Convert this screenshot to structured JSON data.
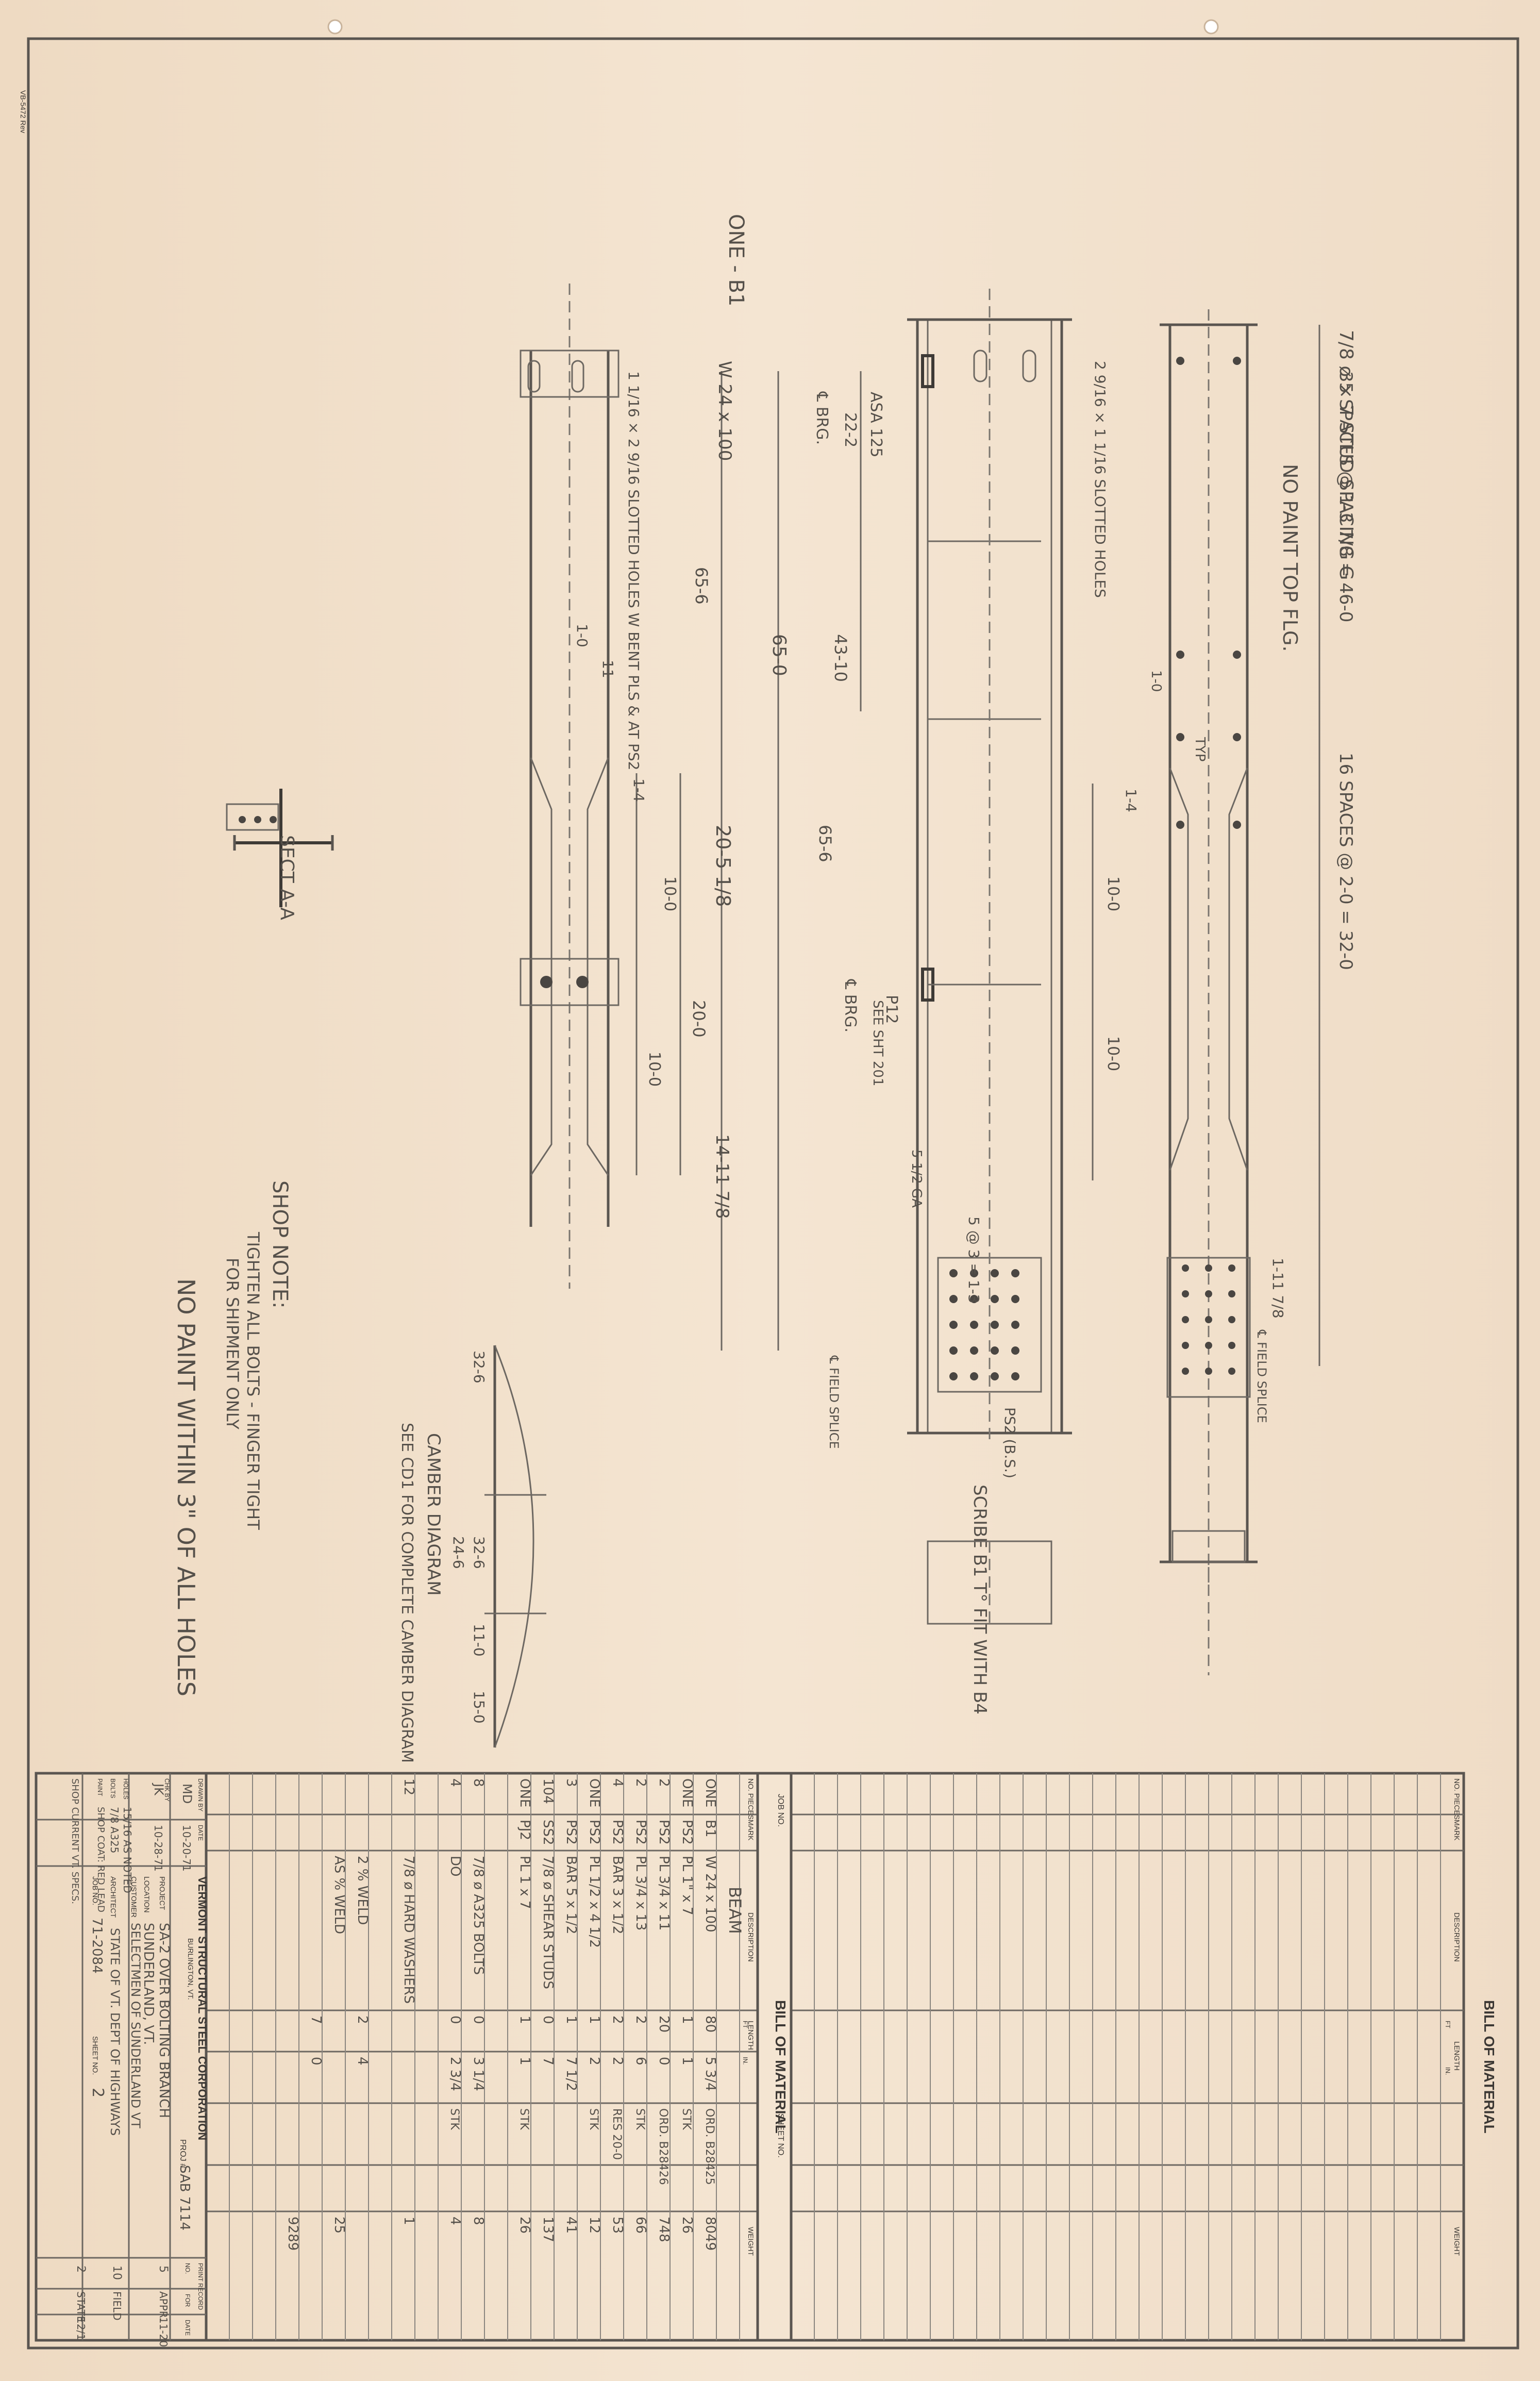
{
  "corner_note": "VB-5472 Rev",
  "main": {
    "stud_spacing": "7/8 ø × 7 STUD SPACING G",
    "stud_spaces_1": "35 SPACES @ 1-3 7/8 = 46-0",
    "stud_spaces_2": "16 SPACES @ 2-0 = 32-0",
    "no_paint_top_flg": "NO PAINT TOP FLG.",
    "member_label": "ONE - B1",
    "member_size": "W 24 x 100",
    "slotted_holes_1": "2 9/16 × 1 1/16 SLOTTED HOLES",
    "slotted_holes_2": "1 1/16 × 2 9/16 SLOTTED HOLES W BENT PLS & AT PS2",
    "dim_65_6": "65-6",
    "dim_65_0": "65-0",
    "dim_43_10": "43-10",
    "dim_22_2": "22-2",
    "dim_20_5": "20-5 1/8",
    "dim_14_11": "14-11 7/8",
    "dim_10_0": "10-0",
    "dim_20_0": "20-0",
    "dim_1_4": "1-4",
    "dim_1_0": "1-0",
    "dim_11": "11",
    "dim_1_11": "1-11 7/8",
    "typ": "TYP",
    "cl_brg": "℄ BRG.",
    "cl_field_splice": "℄ FIELD SPLICE",
    "asa_125": "ASA 125",
    "pc_pl": "P12",
    "see_sht": "SEE SHT 201",
    "bolt_spacing": "5 @ 3 = 1-3",
    "bs_label": "PS2 (B.S.)",
    "ga_52": "5 1/2 GA",
    "scribe_note": "SCRIBE B1 T° FIT WITH B4",
    "sect_aa": "SECT A-A",
    "camber_title": "CAMBER DIAGRAM",
    "camber_note": "SEE CD1 FOR COMPLETE CAMBER DIAGRAM",
    "camber_dims": [
      "32-6",
      "32-6",
      "11-0",
      "15-0",
      "24-6"
    ],
    "shop_note_title": "SHOP NOTE:",
    "shop_note_1": "TIGHTEN ALL BOLTS - FINGER TIGHT",
    "shop_note_2": "FOR SHIPMENT ONLY",
    "no_paint_holes": "NO PAINT WITHIN 3\" OF ALL HOLES"
  },
  "bill_left": {
    "title": "BILL OF MATERIAL",
    "job_no": "JOB NO.",
    "sheet_no": "SHEET NO.",
    "col_no_pieces": "NO. PIECES",
    "col_mark": "MARK",
    "col_description": "DESCRIPTION",
    "col_length": "LENGTH",
    "col_ft": "FT",
    "col_in": "IN.",
    "col_weight": "WEIGHT",
    "heading": "BEAM",
    "rows": [
      {
        "pieces": "ONE",
        "mark": "B1",
        "desc": "W 24 x 100",
        "ft": "80",
        "in": "5 3/4",
        "note": "ORD. B28425",
        "weight": "8049"
      },
      {
        "pieces": "ONE",
        "mark": "PS2",
        "desc": "PL 1\" x 7",
        "ft": "1",
        "in": "1",
        "note": "STK",
        "weight": "26"
      },
      {
        "pieces": "2",
        "mark": "PS2",
        "desc": "PL 3/4 x 11",
        "ft": "20",
        "in": "0",
        "note": "ORD. B28426",
        "weight": "748"
      },
      {
        "pieces": "2",
        "mark": "PS2",
        "desc": "PL 3/4 x 13",
        "ft": "2",
        "in": "6",
        "note": "STK",
        "weight": "66"
      },
      {
        "pieces": "4",
        "mark": "PS2",
        "desc": "BAR 3 x 1/2",
        "ft": "2",
        "in": "2",
        "note": "RES 20-0",
        "weight": "53"
      },
      {
        "pieces": "ONE",
        "mark": "PS2",
        "desc": "PL 1/2 x 4 1/2",
        "ft": "1",
        "in": "2",
        "note": "STK",
        "weight": "12"
      },
      {
        "pieces": "3",
        "mark": "PS2",
        "desc": "BAR 5 x 1/2",
        "ft": "1",
        "in": "7 1/2",
        "note": "",
        "weight": "41"
      },
      {
        "pieces": "104",
        "mark": "SS2",
        "desc": "7/8 ø SHEAR STUDS",
        "ft": "0",
        "in": "7",
        "note": "",
        "weight": "137"
      },
      {
        "pieces": "ONE",
        "mark": "PJ2",
        "desc": "PL 1 x 7",
        "ft": "1",
        "in": "1",
        "note": "STK",
        "weight": "26"
      },
      {
        "pieces": "8",
        "mark": "",
        "desc": "7/8 ø A325 BOLTS",
        "ft": "0",
        "in": "3 1/4",
        "note": "",
        "weight": "8"
      },
      {
        "pieces": "4",
        "mark": "",
        "desc": "DO",
        "ft": "0",
        "in": "2 3/4",
        "note": "STK",
        "weight": "4"
      },
      {
        "pieces": "12",
        "mark": "",
        "desc": "7/8 ø HARD WASHERS",
        "ft": "",
        "in": "",
        "note": "",
        "weight": "1"
      },
      {
        "pieces": "",
        "mark": "",
        "desc": "2 % WELD",
        "ft": "2",
        "in": "4",
        "note": "",
        "weight": ""
      },
      {
        "pieces": "",
        "mark": "",
        "desc": "AS % WELD",
        "ft": "",
        "in": "",
        "note": "",
        "weight": "25"
      },
      {
        "pieces": "",
        "mark": "",
        "desc": "",
        "ft": "7",
        "in": "0",
        "note": "",
        "weight": ""
      },
      {
        "pieces": "",
        "mark": "",
        "desc": "",
        "ft": "",
        "in": "",
        "note": "",
        "weight": "9289"
      }
    ]
  },
  "bill_right": {
    "title": "BILL OF MATERIAL",
    "col_no_pieces": "NO. PIECES",
    "col_mark": "MARK",
    "col_description": "DESCRIPTION",
    "col_length": "LENGTH",
    "col_ft": "FT",
    "col_in": "IN.",
    "col_weight": "WEIGHT"
  },
  "title_block": {
    "company": "VERMONT STRUCTURAL STEEL CORPORATION",
    "city": "BURLINGTON, VT.",
    "proj_label": "PROJ #",
    "proj_no": "SAB 7114",
    "project_label": "PROJECT",
    "project": "SA-2 OVER BOLTING BRANCH",
    "location_label": "LOCATION",
    "location": "SUNDERLAND, VT.",
    "customer_label": "CUSTOMER",
    "customer": "SELECTMEN OF SUNDERLAND VT",
    "architect_label": "ARCHITECT",
    "architect": "STATE OF VT. DEPT OF HIGHWAYS",
    "job_label": "JOB NO.",
    "job_no": "71-2084",
    "sheet_label": "SHEET NO.",
    "sheet_no": "2",
    "drawn_by_label": "DRAWN BY",
    "drawn_by": "MD",
    "drawn_date": "10-20-71",
    "chk_by_label": "CHK BY",
    "chk_by": "JK",
    "chk_date": "10-28-71",
    "date_label": "DATE",
    "holes_label": "HOLES",
    "holes": "15/16 AS NOTED",
    "bolts_label": "BOLTS",
    "bolts": "7/8 A325",
    "paint_label": "PAINT",
    "paint": "SHOP COAT: RED LEAD",
    "paint2": "SHOP CURRENT VT. SPECS.",
    "print_record": "PRINT RECORD",
    "print_cols": [
      "NO.",
      "FOR",
      "DATE"
    ],
    "print_rows": [
      {
        "no": "5",
        "for": "APPR.",
        "date": "11-20"
      },
      {
        "no": "10",
        "for": "FIELD",
        "date": ""
      },
      {
        "no": "2",
        "for": "STATE",
        "date": "12/1"
      }
    ]
  }
}
